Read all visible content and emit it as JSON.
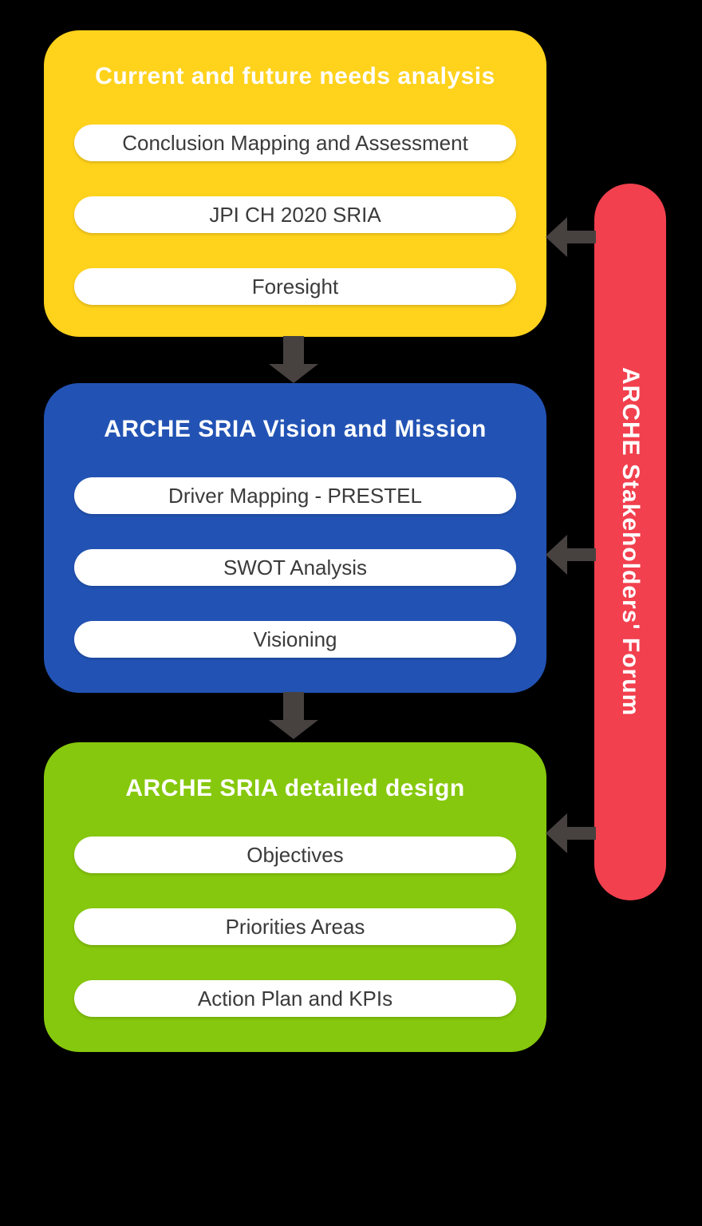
{
  "stages": [
    {
      "title": "Current and future needs analysis",
      "color": "#FFD21C",
      "items": [
        "Conclusion Mapping and Assessment",
        "JPI CH 2020 SRIA",
        "Foresight"
      ]
    },
    {
      "title": "ARCHE SRIA Vision and Mission",
      "color": "#2253B4",
      "items": [
        "Driver Mapping - PRESTEL",
        "SWOT Analysis",
        "Visioning"
      ]
    },
    {
      "title": "ARCHE SRIA detailed design",
      "color": "#86C80D",
      "items": [
        "Objectives",
        "Priorities Areas",
        "Action Plan and KPIs"
      ]
    }
  ],
  "forum_bar": {
    "label": "ARCHE Stakeholders' Forum",
    "color": "#F2404E"
  },
  "arrows": {
    "color": "#474240"
  }
}
